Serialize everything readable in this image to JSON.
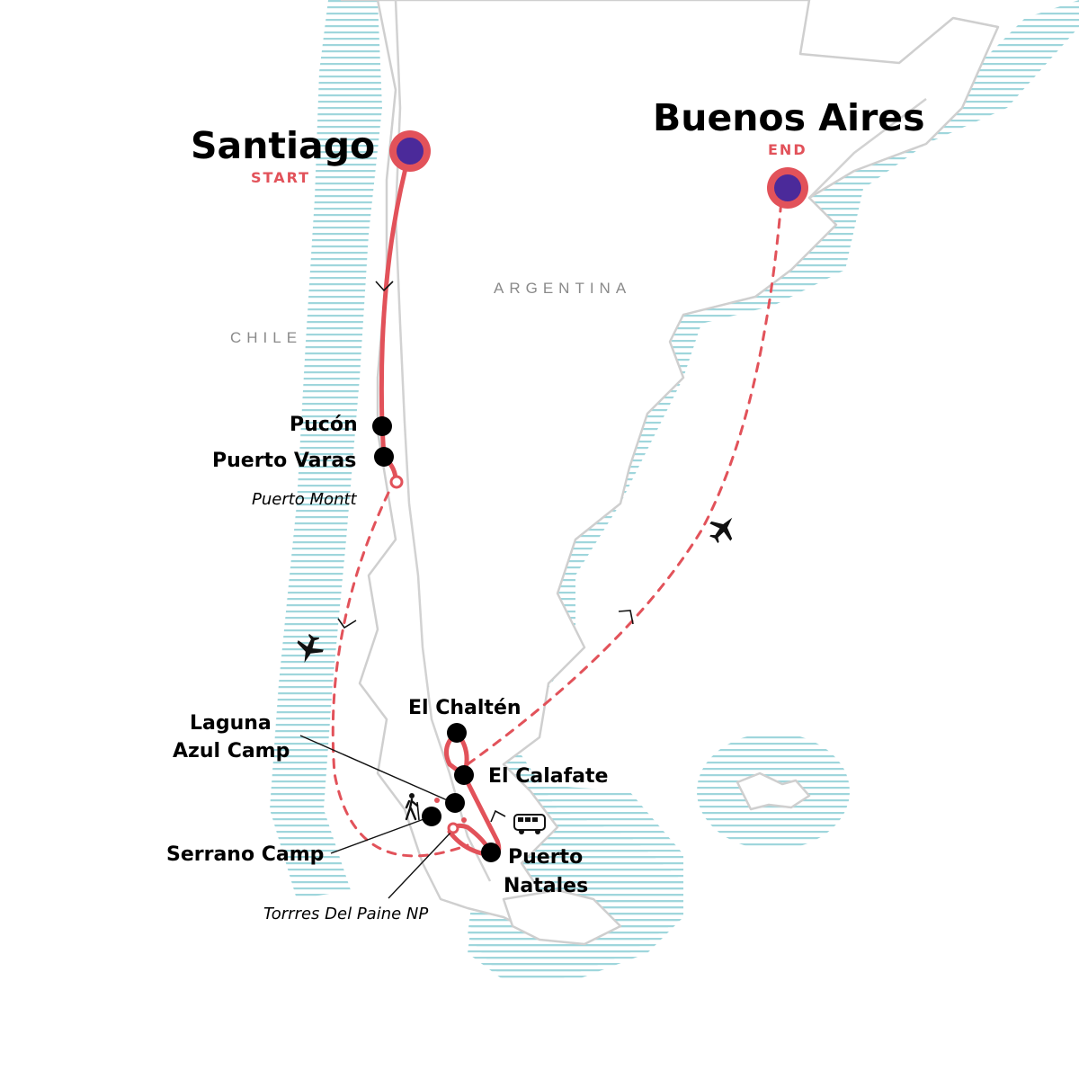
{
  "colors": {
    "route": "#e2525a",
    "endpoint_fill": "#4b2a9a",
    "stop_fill": "#000000",
    "water_stripes": "#9fd6dc",
    "land_outline": "#cfcfcf",
    "country_label": "#8a8a8a"
  },
  "countries": {
    "chile": "CHILE",
    "argentina": "ARGENTINA"
  },
  "endpoints": {
    "start": {
      "city": "Santiago",
      "tag": "START"
    },
    "end": {
      "city": "Buenos Aires",
      "tag": "END"
    }
  },
  "stops": {
    "pucon": "Pucón",
    "puerto_varas": "Puerto Varas",
    "el_chalten": "El Chaltén",
    "el_calafate": "El Calafate",
    "laguna_azul_line1": "Laguna",
    "laguna_azul_line2": "Azul Camp",
    "serrano_camp": "Serrano Camp",
    "puerto_natales_line1": "Puerto",
    "puerto_natales_line2": "Natales"
  },
  "minor_places": {
    "puerto_montt": "Puerto Montt",
    "torres_del_paine": "Torrres Del Paine NP"
  },
  "icons": {
    "flight": "airplane-icon",
    "bus": "bus-icon",
    "hike": "hiker-icon"
  }
}
